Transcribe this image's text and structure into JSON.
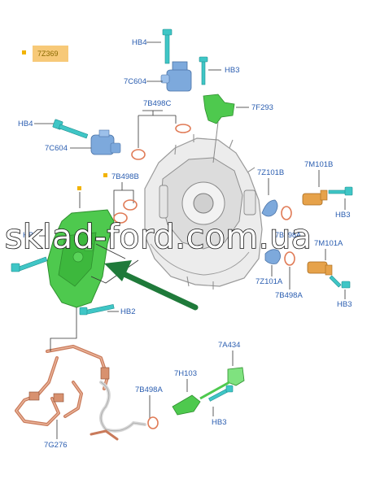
{
  "watermark": "sklad-ford.com.ua",
  "labels": {
    "hb4_top": "HB4",
    "part_7z369": "7Z369",
    "c604_top": "7C604",
    "hb3_top": "HB3",
    "b498c": "7B498C",
    "f293": "7F293",
    "hb4_left": "HB4",
    "c604_left": "7C604",
    "b498b": "7B498B",
    "z101b": "7Z101B",
    "m101b": "7M101B",
    "hb3_right1": "HB3",
    "hb_left": "HB",
    "b498a_mid": "7B498A",
    "m101a": "7M101A",
    "z101a": "7Z101A",
    "b498a_right": "7B498A",
    "hb3_right2": "HB3",
    "hb2": "HB2",
    "a434": "7A434",
    "h103": "7H103",
    "b498a_bottom": "7B498A",
    "hb3_bottom": "HB3",
    "g276": "7G276"
  },
  "colors": {
    "label_blue": "#2a5db0",
    "bolt_cyan": "#3fc6c6",
    "sensor_blue": "#7da9dc",
    "bracket_green": "#4ec94e",
    "arrow_green": "#1f7a3a",
    "harness_copper": "#c97a5a",
    "seal_orange": "#e07a55",
    "callout_box": "#f7c978"
  }
}
